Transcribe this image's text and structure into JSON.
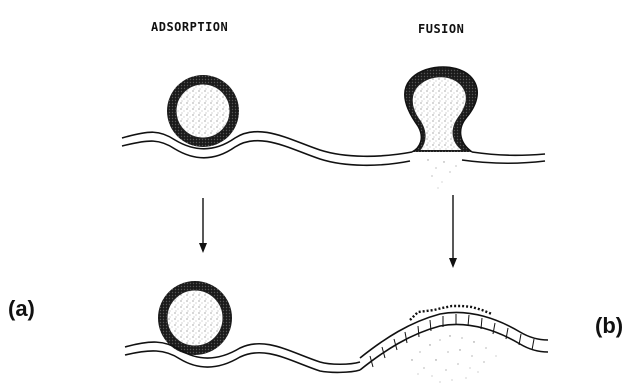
{
  "diagram": {
    "titles": {
      "adsorption": "ADSORPTION",
      "fusion": "FUSION"
    },
    "panel_labels": {
      "a": "(a)",
      "b": "(b)"
    },
    "colors": {
      "ink": "#111111",
      "stipple": "#9a9a9a",
      "vesicle_core": "#d9d9d9"
    }
  }
}
